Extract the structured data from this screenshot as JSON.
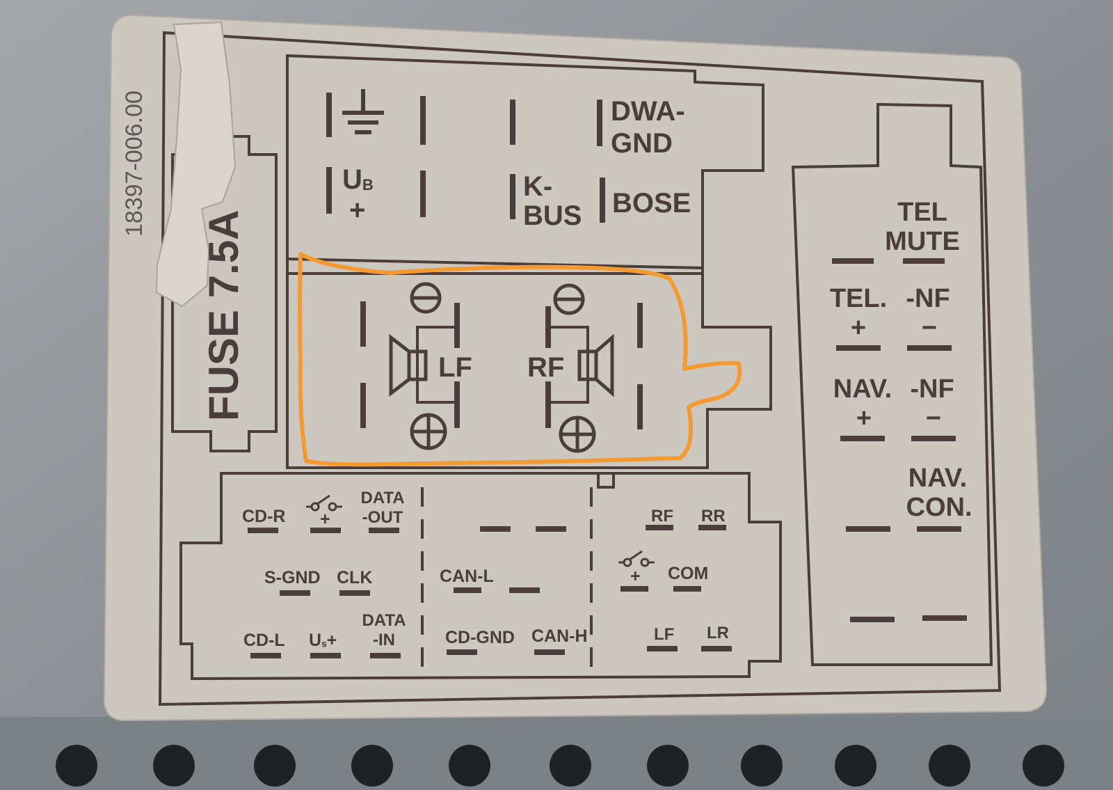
{
  "label": {
    "part_number": "18397-006.00",
    "fuse": "FUSE 7.5A",
    "colors": {
      "ink": "#4a3d3b",
      "sticker": "#ccc7bf",
      "highlight": "#f59a32",
      "metal": "#8f9498"
    }
  },
  "top_connector": {
    "dwa_gnd": [
      "DWA-",
      "GND"
    ],
    "ub_plus": [
      "U",
      "B",
      "+"
    ],
    "k_bus": [
      "K-",
      "BUS"
    ],
    "bose": "BOSE"
  },
  "speaker_connector": {
    "left_front": "LF",
    "right_front": "RF"
  },
  "right_connector": {
    "tel_mute": [
      "TEL",
      "MUTE"
    ],
    "tel_plus": [
      "TEL.",
      "+"
    ],
    "tel_nf_minus": [
      "-NF",
      "−"
    ],
    "nav_plus": [
      "NAV.",
      "+"
    ],
    "nav_nf_minus": [
      "-NF",
      "−"
    ],
    "nav_con": [
      "NAV.",
      "CON."
    ]
  },
  "bottom_connector": {
    "cd_r": "CD-R",
    "switch_plus": "+",
    "data_out": [
      "DATA",
      "-OUT"
    ],
    "s_gnd": "S-GND",
    "clk": "CLK",
    "cd_l": "CD-L",
    "us_plus": [
      "U",
      "s",
      "+"
    ],
    "data_in": [
      "DATA",
      "-IN"
    ],
    "can_l": "CAN-L",
    "cd_gnd": "CD-GND",
    "can_h": "CAN-H",
    "rf": "RF",
    "rr": "RR",
    "switch_plus_2": "+",
    "com": "COM",
    "lf": "LF",
    "lr": "LR"
  }
}
